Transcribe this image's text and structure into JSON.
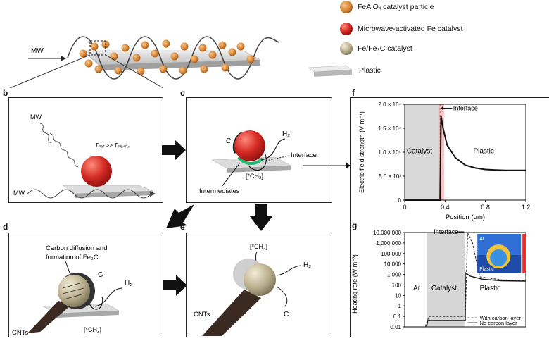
{
  "legend": [
    {
      "label": "FeAlOₓ catalyst particle",
      "color": "#d9893a"
    },
    {
      "label": "Microwave-activated Fe catalyst",
      "color": "#d42a24"
    },
    {
      "label": "Fe/Fe₃C catalyst",
      "color": "#b9ae8c"
    },
    {
      "label": "Plastic",
      "color": "#d8d8d8"
    }
  ],
  "panel_a": {
    "mw_label": "MW"
  },
  "panel_b": {
    "label": "b",
    "mw_top": "MW",
    "mw_bottom": "MW",
    "temp_relation": "Tₙₐₜ >> Tₚₗₐₛₜᵢ꜀"
  },
  "panel_c": {
    "label": "c",
    "carbon": "C",
    "h2": "H₂",
    "interface": "Interface",
    "ch2": "[*CH₂]",
    "intermediates": "Intermediates"
  },
  "panel_d": {
    "label": "d",
    "carbon_diffusion": "Carbon diffusion and",
    "formation": "formation of Fe₃C",
    "carbon": "C",
    "h2": "H₂",
    "cnts": "CNTs",
    "ch2": "[*CH₂]"
  },
  "panel_e": {
    "label": "e",
    "ch2": "[*CH₂]",
    "h2": "H₂",
    "cnts": "CNTs",
    "carbon": "C"
  },
  "chart_f_text": {
    "label": "f"
  },
  "chart_g_text": {
    "label": "g",
    "inset_ar": "Ar",
    "inset_plastic": "Plastic"
  },
  "chart_data": [
    {
      "type": "line",
      "ylabel": "Electric field strength (V m⁻¹)",
      "xlabel": "Position (μm)",
      "xlim": [
        0,
        1.2
      ],
      "ylim": [
        0,
        20000
      ],
      "x_ticks": [
        "0",
        "0.4",
        "0.8",
        "1.2"
      ],
      "y_ticks": [
        "0",
        "5.0 × 10³",
        "1.0 × 10⁴",
        "1.5 × 10⁴",
        "2.0 × 10⁴"
      ],
      "regions": [
        {
          "label": "Catalyst",
          "from": 0,
          "to": 0.35
        },
        {
          "label": "Plastic",
          "from": 0.35,
          "to": 1.2
        }
      ],
      "annotations": [
        "Interface"
      ],
      "series": [
        {
          "x": [
            0,
            0.3,
            0.34,
            0.35,
            0.36,
            0.38,
            0.42,
            0.5,
            0.6,
            0.7,
            0.8,
            0.9,
            1.0,
            1.1,
            1.2
          ],
          "y": [
            0,
            0,
            0,
            0,
            17500,
            15000,
            11500,
            8900,
            7300,
            6700,
            6400,
            6300,
            6200,
            6200,
            6200
          ]
        }
      ]
    },
    {
      "type": "line",
      "ylabel": "Heating rate (W m⁻³)",
      "yscale": "log",
      "ylim": [
        0.01,
        10000000
      ],
      "y_ticks": [
        "10,000,000",
        "1,000,000",
        "100,000",
        "10,000",
        "1,000",
        "100",
        "10",
        "1",
        "0.1",
        "0.01"
      ],
      "regions": [
        {
          "label": "Ar"
        },
        {
          "label": "Catalyst"
        },
        {
          "label": "Plastic"
        }
      ],
      "annotations": [
        "Interface"
      ],
      "series": [
        {
          "name": "With carbon layer",
          "style": "dashed"
        },
        {
          "name": "No carbon layer",
          "style": "solid"
        }
      ]
    }
  ]
}
